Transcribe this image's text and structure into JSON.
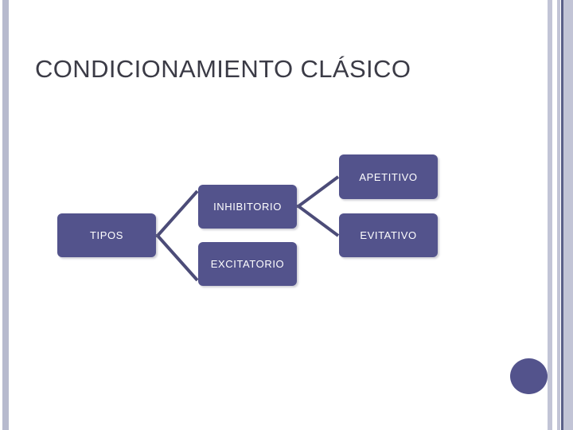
{
  "slide": {
    "title": "CONDICIONAMIENTO CLÁSICO",
    "background_color": "#ffffff",
    "title_color": "#3b3b46",
    "accent_color": "#53538c",
    "stripe_color_light": "#c2c4d6",
    "stripe_color_dark": "#5a5f88",
    "connector_color": "#4c4c78"
  },
  "diagram": {
    "type": "hierarchy",
    "root": {
      "id": "tipos",
      "label": "TIPOS"
    },
    "nodes": [
      {
        "id": "tipos",
        "label": "TIPOS",
        "level": 0
      },
      {
        "id": "inhibitorio",
        "label": "INHIBITORIO",
        "level": 1
      },
      {
        "id": "excitatorio",
        "label": "EXCITATORIO",
        "level": 1
      },
      {
        "id": "apetitivo",
        "label": "APETITIVO",
        "level": 2
      },
      {
        "id": "evitativo",
        "label": "EVITATIVO",
        "level": 2
      }
    ],
    "edges": [
      {
        "from": "tipos",
        "to": "inhibitorio"
      },
      {
        "from": "tipos",
        "to": "excitatorio"
      },
      {
        "from": "inhibitorio",
        "to": "apetitivo"
      },
      {
        "from": "inhibitorio",
        "to": "evitativo"
      }
    ]
  },
  "decorations": {
    "dot_label": "decorative-dot",
    "left_stripe_label": "left-accent-stripe",
    "right_stripe_label": "right-accent-stripes"
  }
}
